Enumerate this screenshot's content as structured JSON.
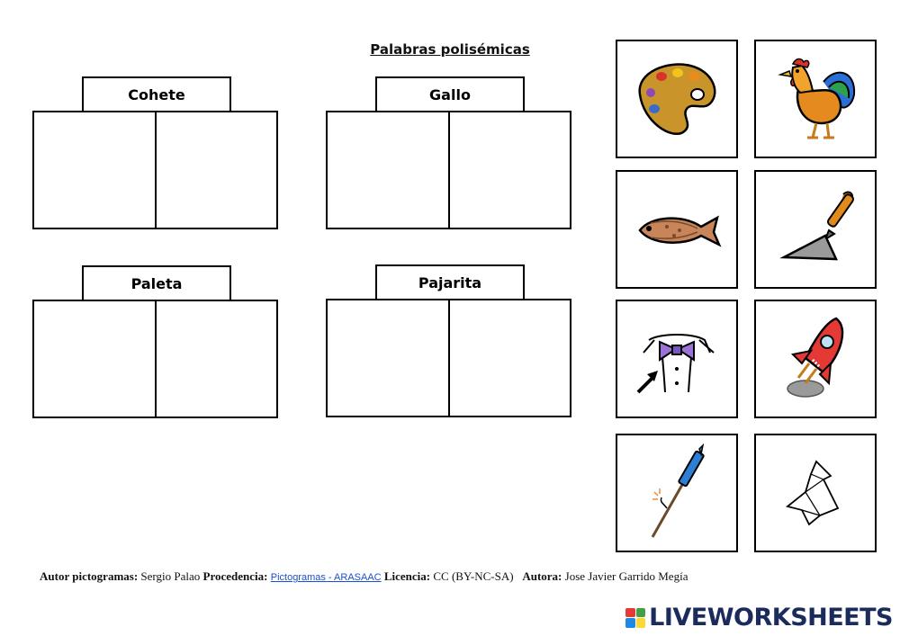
{
  "worksheet": {
    "title": "Palabras polisémicas",
    "groups": [
      {
        "label": "Cohete"
      },
      {
        "label": "Gallo"
      },
      {
        "label": "Paleta"
      },
      {
        "label": "Pajarita"
      }
    ],
    "cards": [
      {
        "icon": "paint-palette-icon"
      },
      {
        "icon": "rooster-icon"
      },
      {
        "icon": "flatfish-icon"
      },
      {
        "icon": "trowel-icon"
      },
      {
        "icon": "bow-tie-icon"
      },
      {
        "icon": "rocket-icon"
      },
      {
        "icon": "firework-rocket-icon"
      },
      {
        "icon": "origami-bird-icon"
      }
    ]
  },
  "footer": {
    "author_label": "Autor pictogramas:",
    "author": "Sergio Palao",
    "source_label": "Procedencia:",
    "source_link": "Pictogramas - ARASAAC",
    "license_label": "Licencia:",
    "license": "CC (BY-NC-SA)",
    "creator_label": "Autora:",
    "creator": "Jose Javier Garrido Megía"
  },
  "brand": {
    "name": "LIVEWORKSHEETS",
    "colors": [
      "#e53935",
      "#43a047",
      "#1e88e5",
      "#fdd835"
    ]
  }
}
